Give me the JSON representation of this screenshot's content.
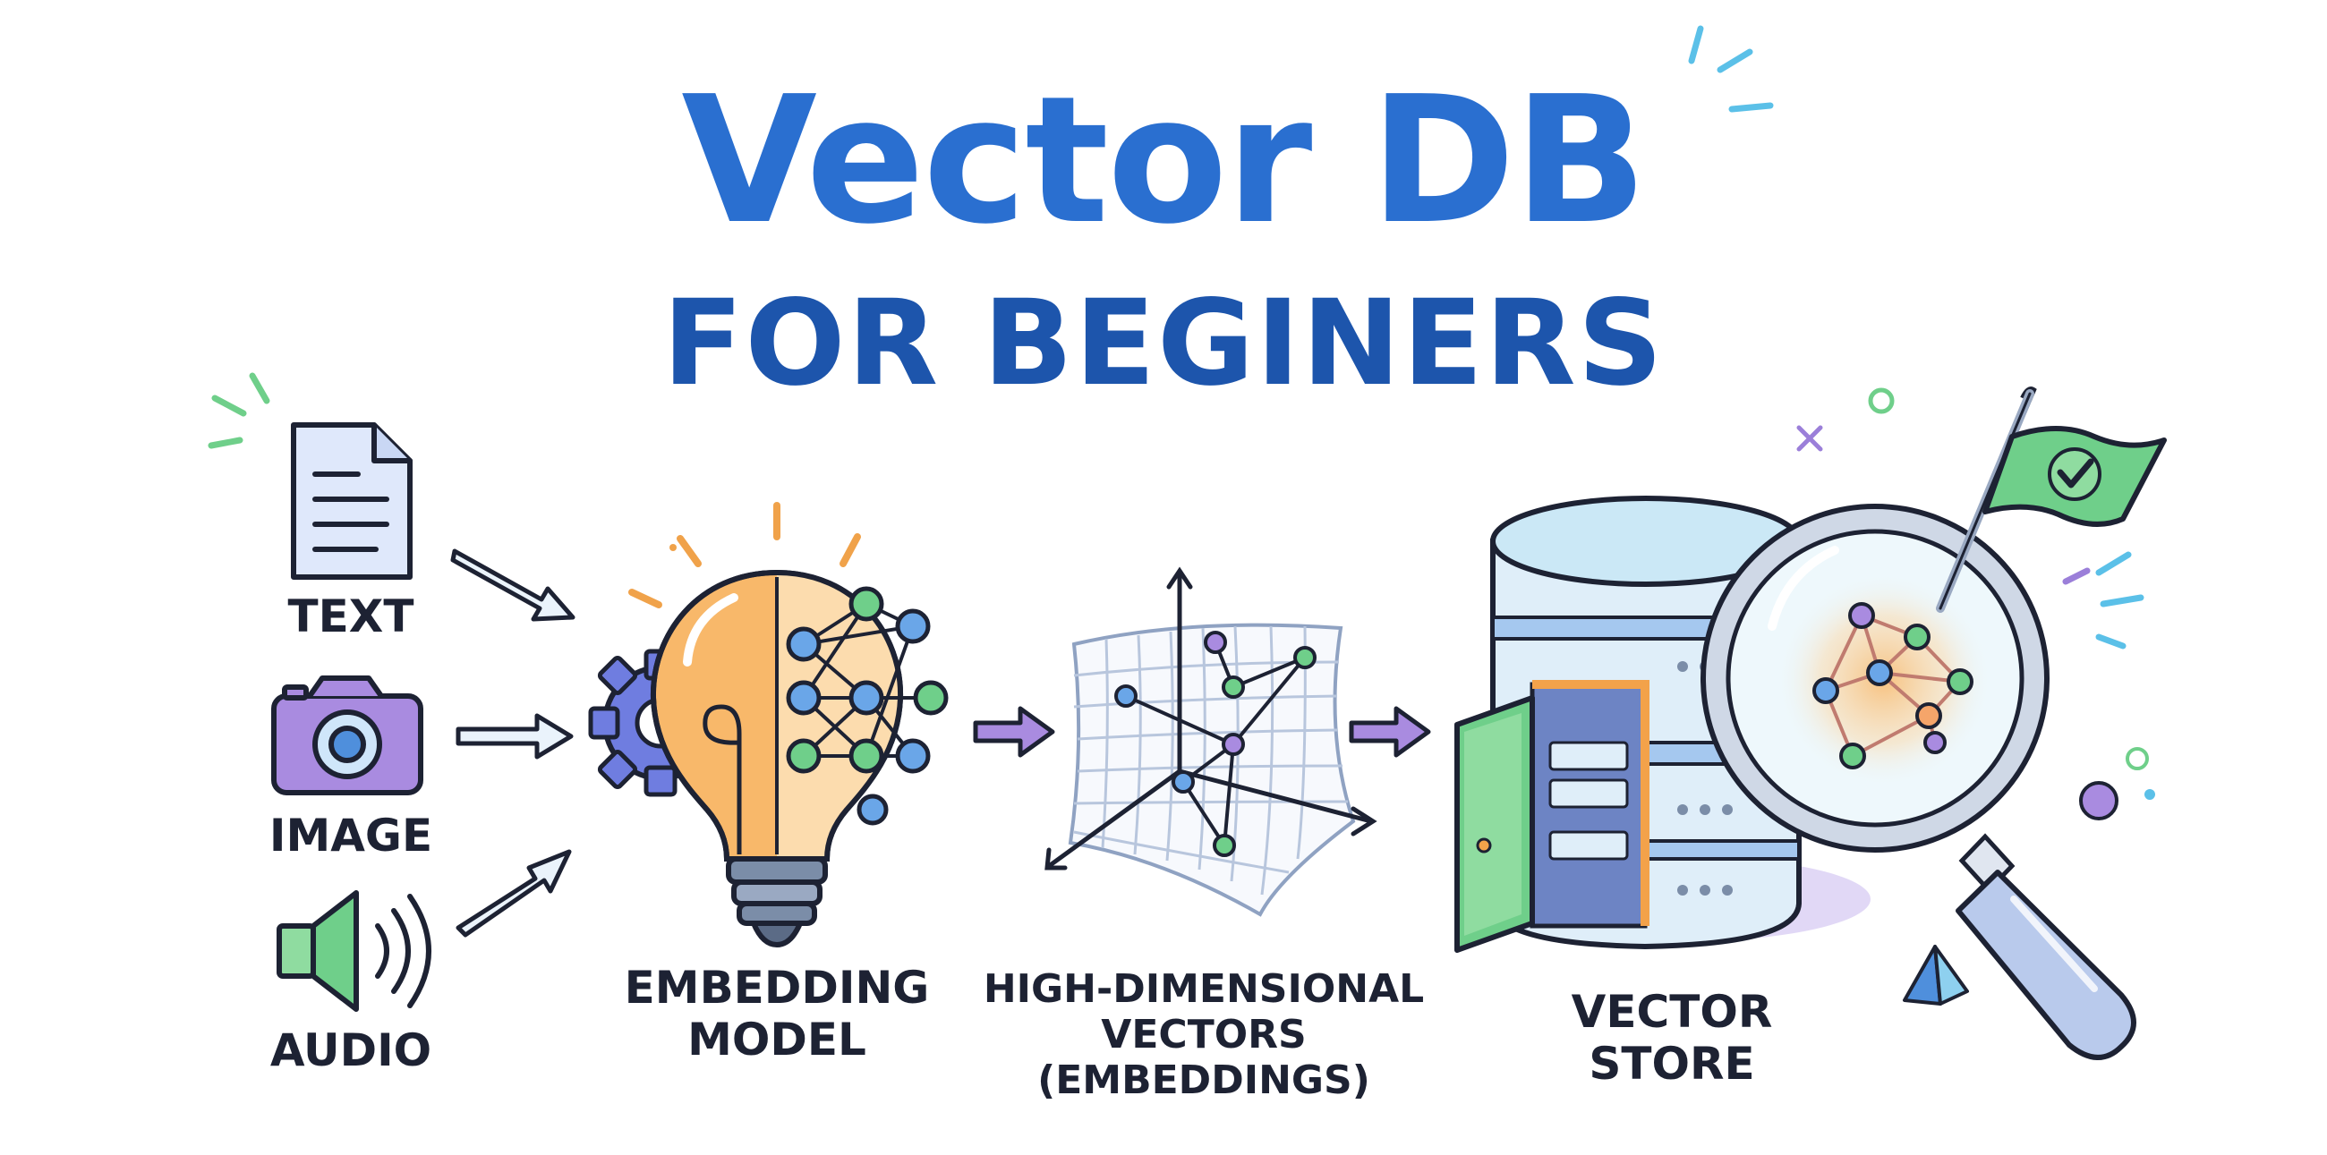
{
  "header": {
    "title_line1": "Vector DB",
    "title_line2": "FOR BEGINERS"
  },
  "inputs": [
    {
      "label": "TEXT",
      "icon": "document-icon"
    },
    {
      "label": "IMAGE",
      "icon": "camera-icon"
    },
    {
      "label": "AUDIO",
      "icon": "speaker-icon"
    }
  ],
  "stages": [
    {
      "lines": [
        "EMBEDDING",
        "MODEL"
      ],
      "icon": "lightbulb-network-icon"
    },
    {
      "lines": [
        "HIGH-DIMENSIONAL",
        "VECTORS",
        "(EMBEDDINGS)"
      ],
      "icon": "vector-space-icon"
    },
    {
      "lines": [
        "VECTOR",
        "STORE"
      ],
      "icon": "database-magnifier-icon"
    }
  ],
  "colors": {
    "title_blue": "#2a6fd0",
    "title_dark_blue": "#1d55ac",
    "outline": "#1d2233",
    "bulb_orange": "#f8b86a",
    "node_blue": "#6aa6e8",
    "node_green": "#6fcf8a",
    "node_purple": "#a98be0",
    "accent_purple": "#9b7fd9",
    "accent_green": "#6fcf8a",
    "accent_cyan": "#5bc0e8"
  }
}
